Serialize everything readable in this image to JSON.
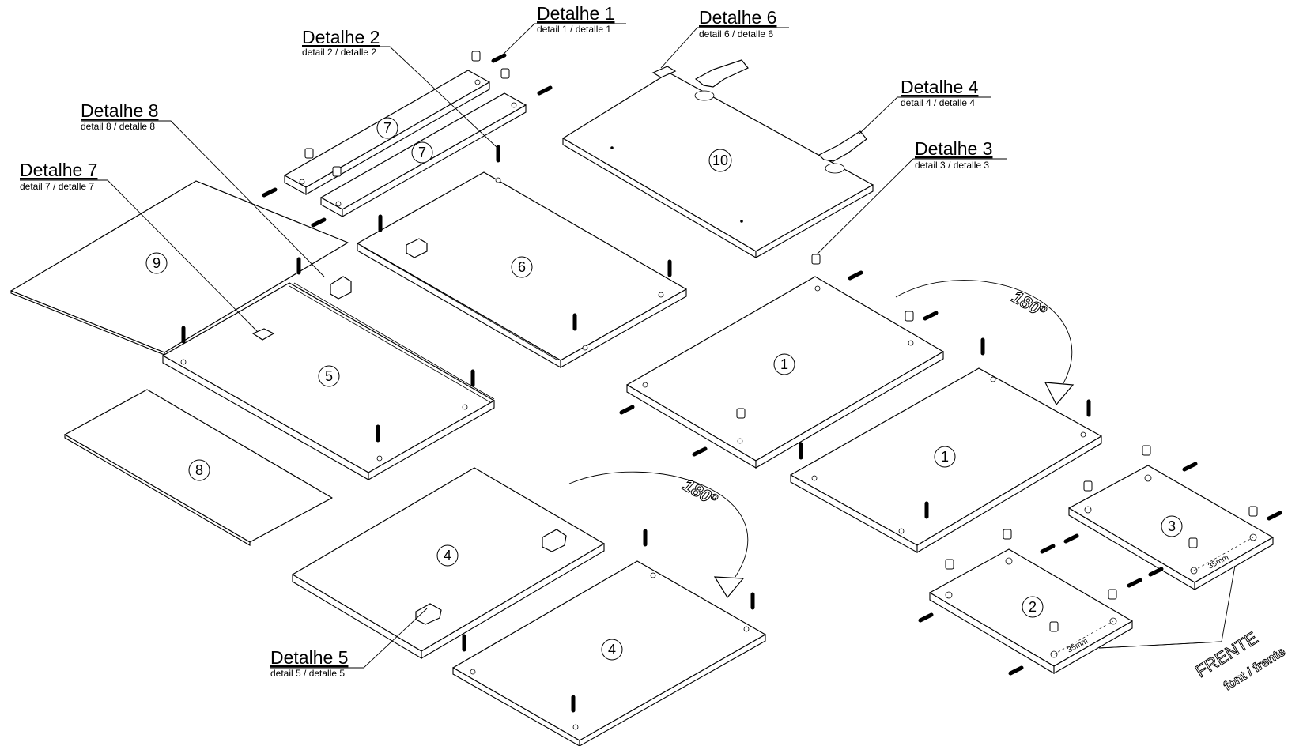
{
  "details": [
    {
      "id": "d1",
      "title": "Detalhe 1",
      "subtitle": "detail 1 / detalle 1"
    },
    {
      "id": "d2",
      "title": "Detalhe 2",
      "subtitle": "detail 2 / detalle 2"
    },
    {
      "id": "d3",
      "title": "Detalhe 3",
      "subtitle": "detail 3 / detalle 3"
    },
    {
      "id": "d4",
      "title": "Detalhe 4",
      "subtitle": "detail 4 / detalle 4"
    },
    {
      "id": "d5",
      "title": "Detalhe 5",
      "subtitle": "detail 5 / detalle 5"
    },
    {
      "id": "d6",
      "title": "Detalhe 6",
      "subtitle": "detail 6 / detalle 6"
    },
    {
      "id": "d7",
      "title": "Detalhe 7",
      "subtitle": "detail 7 / detalle 7"
    },
    {
      "id": "d8",
      "title": "Detalhe 8",
      "subtitle": "detail 8 / detalle 8"
    }
  ],
  "parts": {
    "p1": "1",
    "p2": "2",
    "p3": "3",
    "p4": "4",
    "p5": "5",
    "p6": "6",
    "p7": "7",
    "p8": "8",
    "p9": "9",
    "p10": "10"
  },
  "rotation_label": "180º",
  "dimension_label": "35mm",
  "front": {
    "title": "FRENTE",
    "subtitle": "font / frente"
  }
}
